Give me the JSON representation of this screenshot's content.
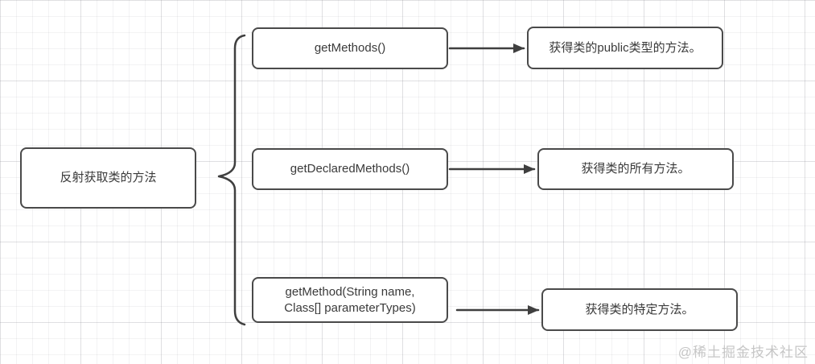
{
  "diagram": {
    "title_node": {
      "label": "反射获取类的方法"
    },
    "rows": [
      {
        "method": "getMethods()",
        "description": "获得类的public类型的方法。"
      },
      {
        "method": "getDeclaredMethods()",
        "description": "获得类的所有方法。"
      },
      {
        "method": "getMethod(String name,\nClass[] parameterTypes)",
        "description": "获得类的特定方法。"
      }
    ],
    "connector_type": "curly-brace",
    "colors": {
      "background": "#ffffff",
      "box_border": "#4a4a4a",
      "text": "#3a3a3a",
      "arrow": "#3f3f3f",
      "watermark": "#c6c6c6"
    }
  },
  "watermark": {
    "text": "@稀土掘金技术社区"
  }
}
